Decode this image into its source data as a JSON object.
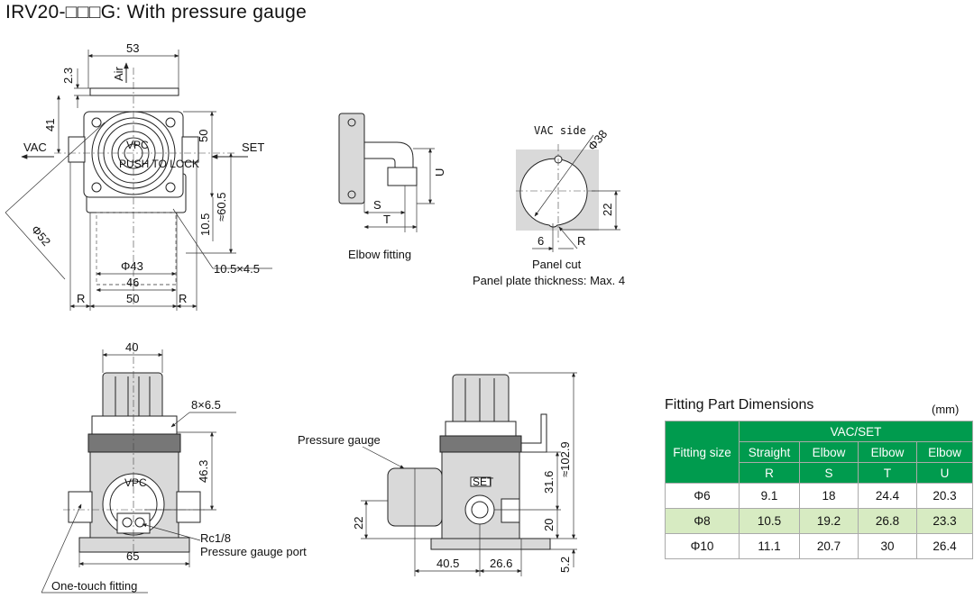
{
  "title": "IRV20-□□□G: With pressure gauge",
  "top_view": {
    "dim_width": "53",
    "dim_2_3": "2.3",
    "air_label": "Air",
    "dim_41": "41",
    "vac_label": "VAC",
    "set_label": "SET",
    "dim_50_v": "50",
    "dim_60_5": "≈60.5",
    "dim_10_5": "10.5",
    "dim_phi52": "Φ52",
    "dim_phi43": "Φ43",
    "dim_46": "46",
    "dim_50_h": "50",
    "dim_R_left": "R",
    "dim_R_right": "R",
    "dim_slot": "10.5×4.5",
    "brand": "VPC",
    "knob_text": "PUSH TO LOCK"
  },
  "elbow": {
    "caption": "Elbow fitting",
    "dim_S": "S",
    "dim_T": "T",
    "dim_U": "U"
  },
  "panel_cut": {
    "vac_side": "VAC side",
    "dim_phi38": "Φ38",
    "dim_22": "22",
    "dim_6": "6",
    "dim_R": "R",
    "caption": "Panel cut",
    "thickness_note": "Panel plate thickness: Max. 4"
  },
  "front_view": {
    "dim_40": "40",
    "dim_holes": "8×6.5",
    "dim_46_3": "46.3",
    "rc_label": "Rc1/8",
    "port_label": "Pressure gauge port",
    "dim_65": "65",
    "fitting_label": "One-touch fitting",
    "brand": "VPC"
  },
  "side_view": {
    "gauge_label": "Pressure gauge",
    "dim_102_9": "≈102.9",
    "dim_31_6": "31.6",
    "dim_20": "20",
    "dim_22": "22",
    "dim_40_5": "40.5",
    "dim_26_6": "26.6",
    "dim_5_2": "5.2",
    "set_tag": "SET"
  },
  "table": {
    "title": "Fitting Part Dimensions",
    "unit": "(mm)",
    "fitting_size": "Fitting size",
    "group": "VAC/SET",
    "types": [
      "Straight",
      "Elbow",
      "Elbow",
      "Elbow"
    ],
    "symbols": [
      "R",
      "S",
      "T",
      "U"
    ],
    "rows": [
      {
        "size": "Φ6",
        "values": [
          "9.1",
          "18",
          "24.4",
          "20.3"
        ]
      },
      {
        "size": "Φ8",
        "values": [
          "10.5",
          "19.2",
          "26.8",
          "23.3"
        ]
      },
      {
        "size": "Φ10",
        "values": [
          "11.1",
          "20.7",
          "30",
          "26.4"
        ]
      }
    ],
    "header_color": "#009b4e",
    "highlight_color": "#d7ebc2"
  }
}
